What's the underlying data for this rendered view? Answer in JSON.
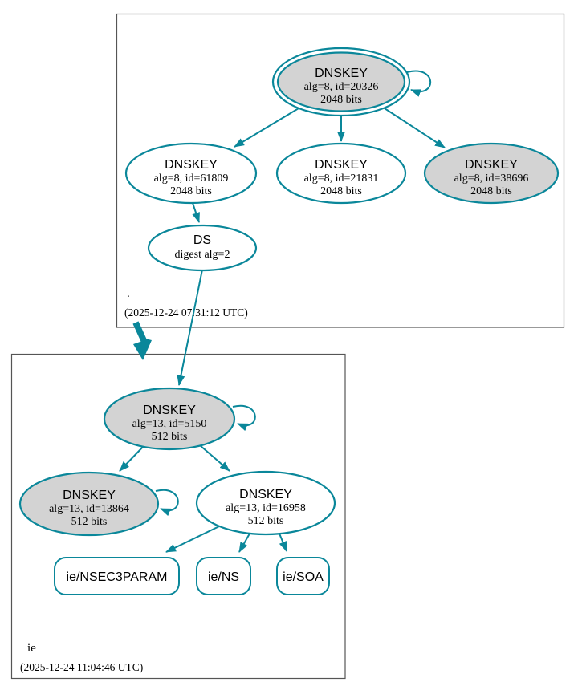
{
  "diagram": {
    "root_zone": {
      "label": ".",
      "timestamp": "(2025-12-24 07:31:12 UTC)"
    },
    "ie_zone": {
      "label": "ie",
      "timestamp": "(2025-12-24 11:04:46 UTC)"
    },
    "nodes": {
      "root_ksk": {
        "title": "DNSKEY",
        "params": "alg=8, id=20326",
        "size": "2048 bits"
      },
      "root_key_61809": {
        "title": "DNSKEY",
        "params": "alg=8, id=61809",
        "size": "2048 bits"
      },
      "root_key_21831": {
        "title": "DNSKEY",
        "params": "alg=8, id=21831",
        "size": "2048 bits"
      },
      "root_key_38696": {
        "title": "DNSKEY",
        "params": "alg=8, id=38696",
        "size": "2048 bits"
      },
      "root_ds": {
        "title": "DS",
        "params": "digest alg=2"
      },
      "ie_ksk": {
        "title": "DNSKEY",
        "params": "alg=13, id=5150",
        "size": "512 bits"
      },
      "ie_key_13864": {
        "title": "DNSKEY",
        "params": "alg=13, id=13864",
        "size": "512 bits"
      },
      "ie_zsk": {
        "title": "DNSKEY",
        "params": "alg=13, id=16958",
        "size": "512 bits"
      }
    },
    "rrsets": {
      "nsec3param": {
        "label": "ie/NSEC3PARAM"
      },
      "ns": {
        "label": "ie/NS"
      },
      "soa": {
        "label": "ie/SOA"
      }
    },
    "colors": {
      "edge_secure": "#0a879a",
      "node_fill_gray": "#d3d3d3",
      "node_fill_white": "#ffffff",
      "zone_box_border": "#555555"
    }
  }
}
